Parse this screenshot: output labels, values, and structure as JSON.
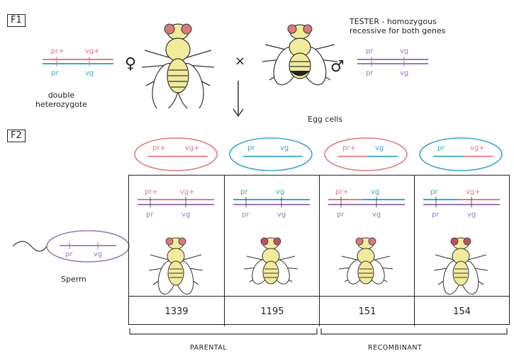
{
  "f1_label": "F1",
  "f2_label": "F2",
  "tester": {
    "line1": "TESTER - homozygous",
    "line2": "recessive for both genes"
  },
  "double_het": {
    "line1": "double",
    "line2": "heterozygote"
  },
  "female_symbol": "♀",
  "male_symbol": "♂",
  "cross_symbol": "×",
  "egg_cells_label": "Egg cells",
  "sperm_label": "Sperm",
  "alleles": {
    "pr_plus": "pr+",
    "vg_plus": "vg+",
    "pr": "pr",
    "vg": "vg"
  },
  "eggs": [
    {
      "pr": "pr+",
      "vg": "vg+",
      "pr_color": "red",
      "vg_color": "red",
      "oval_color": "#e27a83"
    },
    {
      "pr": "pr",
      "vg": "vg",
      "pr_color": "blue",
      "vg_color": "blue",
      "oval_color": "#3aa7c7"
    },
    {
      "pr": "pr+",
      "vg": "vg",
      "pr_color": "red",
      "vg_color": "blue",
      "oval_color": "#e27a83"
    },
    {
      "pr": "pr",
      "vg": "vg+",
      "pr_color": "blue",
      "vg_color": "red",
      "oval_color": "#3aa7c7"
    }
  ],
  "offspring_counts": [
    "1339",
    "1195",
    "151",
    "154"
  ],
  "parental_label": "PARENTAL",
  "recombinant_label": "RECOMBINANT",
  "colors": {
    "red": "#e27a83",
    "blue": "#3aa7c7",
    "purple": "#9a7ab8"
  }
}
